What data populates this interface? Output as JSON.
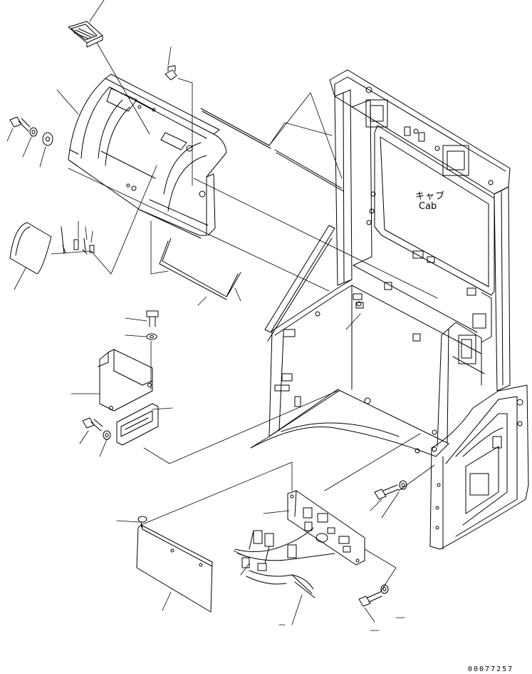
{
  "labels": {
    "cab_japanese": "キャブ",
    "cab_english": "Cab",
    "drawing_number": "00077257"
  },
  "colors": {
    "ink": "#000000",
    "paper": "#ffffff"
  }
}
